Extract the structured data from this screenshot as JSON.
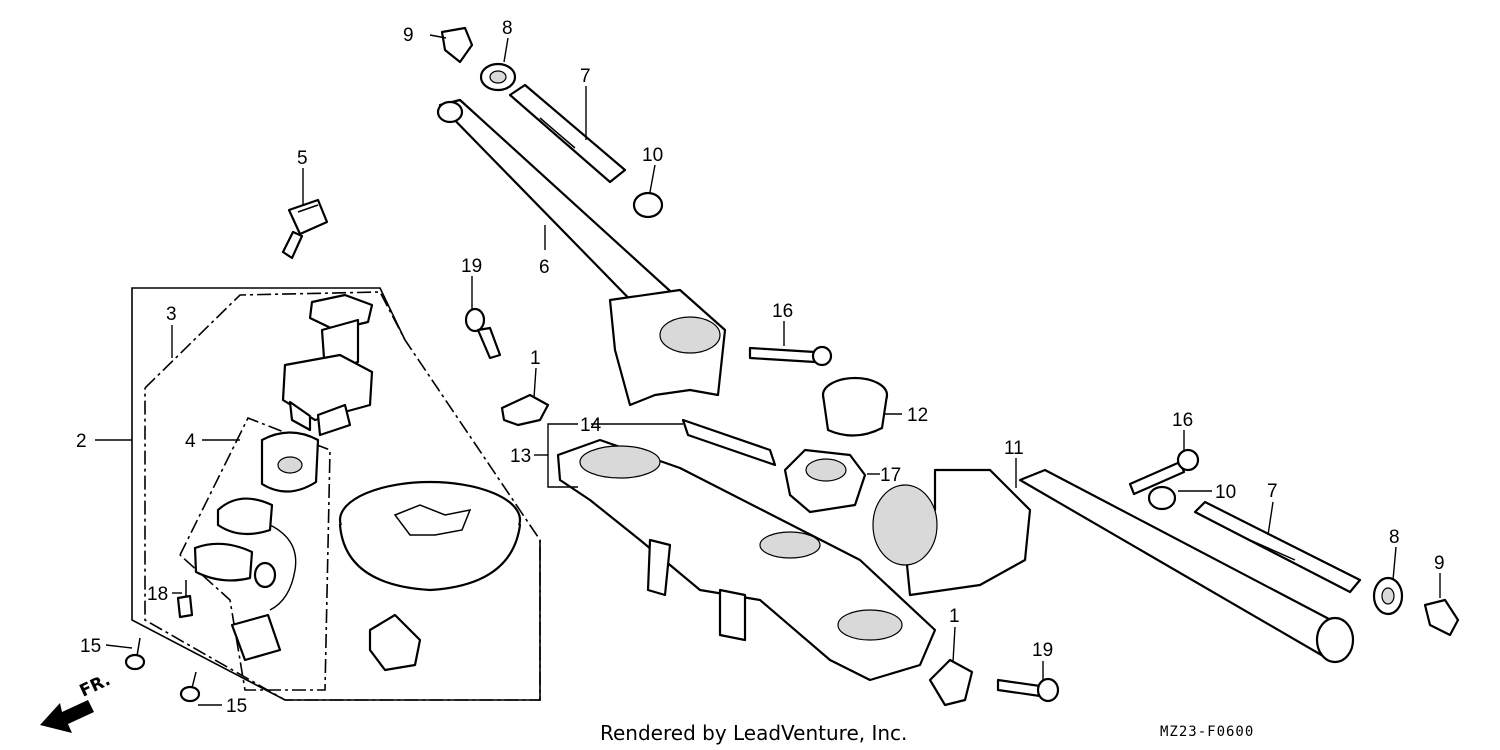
{
  "callouts": {
    "c1a": "1",
    "c1b": "1",
    "c2": "2",
    "c3": "3",
    "c4": "4",
    "c5": "5",
    "c6": "6",
    "c7a": "7",
    "c7b": "7",
    "c8a": "8",
    "c8b": "8",
    "c9a": "9",
    "c9b": "9",
    "c10a": "10",
    "c10b": "10",
    "c11": "11",
    "c12": "12",
    "c13": "13",
    "c14": "14",
    "c15a": "15",
    "c15b": "15",
    "c16a": "16",
    "c16b": "16",
    "c17": "17",
    "c18": "18",
    "c19a": "19",
    "c19b": "19"
  },
  "direction_label": "FR.",
  "footer_text": "Rendered by LeadVenture, Inc.",
  "drawing_code": "MZ23-F0600"
}
